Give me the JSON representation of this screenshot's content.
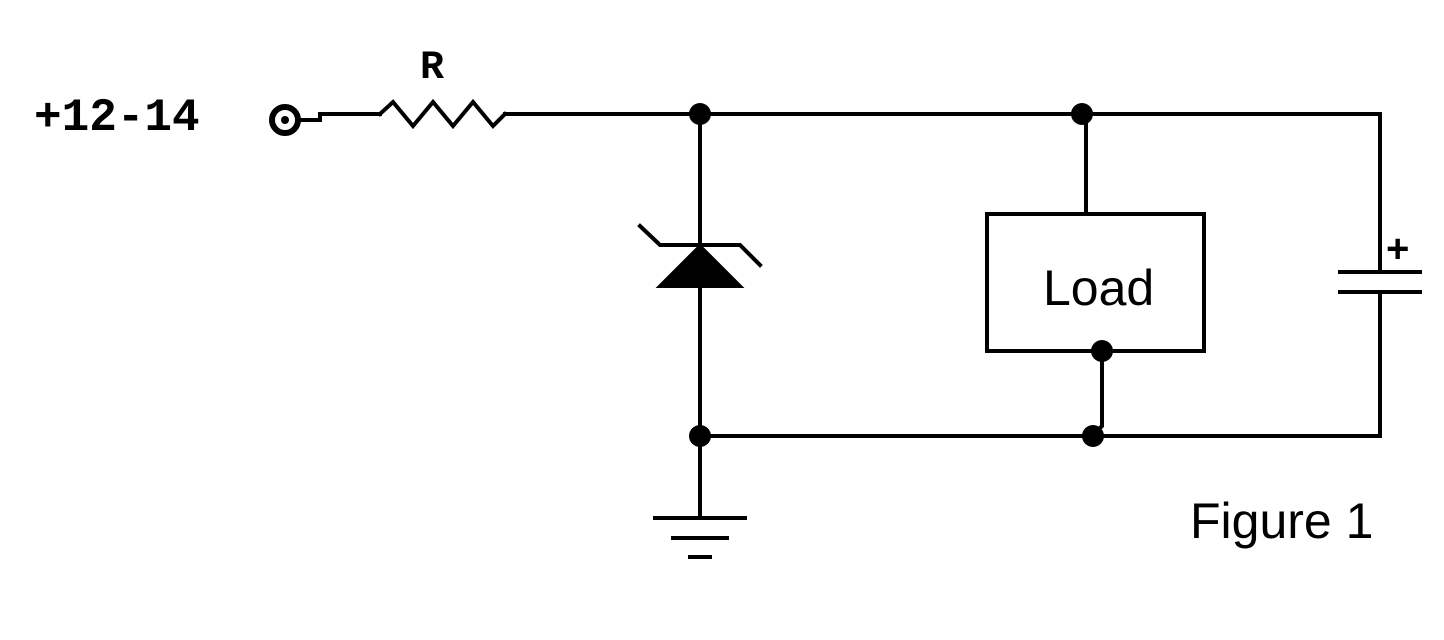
{
  "diagram": {
    "input_label": "+12-14",
    "resistor_label": "R",
    "load_label": "Load",
    "capacitor_polarity": "+",
    "figure_caption": "Figure 1"
  },
  "colors": {
    "ink": "#000000",
    "background": "#ffffff"
  }
}
